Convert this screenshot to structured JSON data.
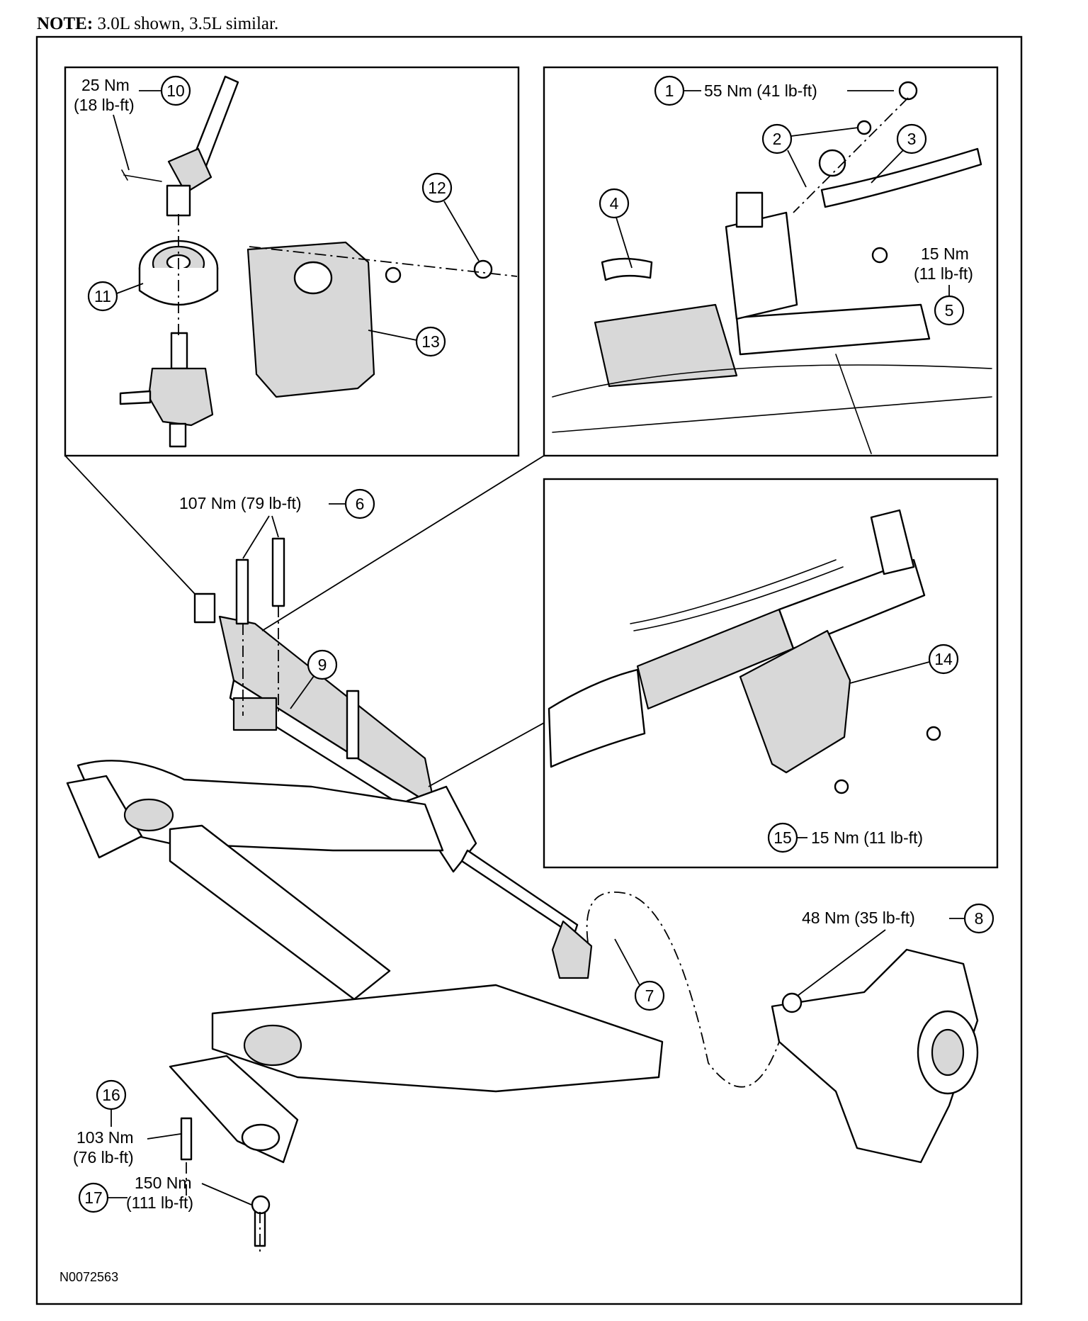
{
  "note": {
    "prefix": "NOTE:",
    "text": " 3.0L shown, 3.5L similar."
  },
  "callouts": [
    {
      "num": "1",
      "torque": "55 Nm (41 lb-ft)"
    },
    {
      "num": "2",
      "torque": ""
    },
    {
      "num": "3",
      "torque": ""
    },
    {
      "num": "4",
      "torque": ""
    },
    {
      "num": "5",
      "torque": "15 Nm",
      "torque2": "(11 lb-ft)"
    },
    {
      "num": "6",
      "torque": "107 Nm (79 lb-ft)"
    },
    {
      "num": "7",
      "torque": ""
    },
    {
      "num": "8",
      "torque": "48 Nm (35 lb-ft)"
    },
    {
      "num": "9",
      "torque": ""
    },
    {
      "num": "10",
      "torque": "25 Nm",
      "torque2": "(18 lb-ft)"
    },
    {
      "num": "11",
      "torque": ""
    },
    {
      "num": "12",
      "torque": ""
    },
    {
      "num": "13",
      "torque": ""
    },
    {
      "num": "14",
      "torque": ""
    },
    {
      "num": "15",
      "torque": "15 Nm (11 lb-ft)"
    },
    {
      "num": "16",
      "torque": "103 Nm",
      "torque2": "(76 lb-ft)"
    },
    {
      "num": "17",
      "torque": "150 Nm",
      "torque2": "(111 lb-ft)"
    }
  ],
  "figure_id": "N0072563"
}
